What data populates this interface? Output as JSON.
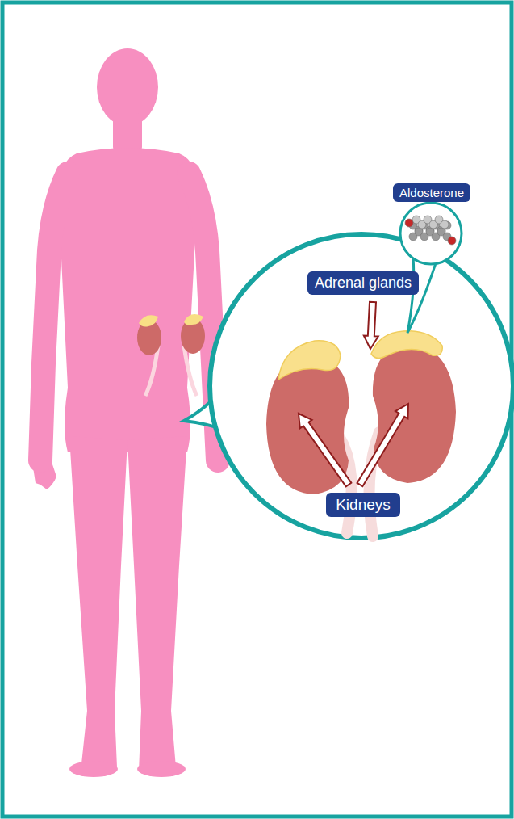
{
  "diagram": {
    "nodes": [
      {
        "text": [
          "Aldosterone"
        ]
      },
      {
        "text": [
          "Adrenal glands"
        ]
      },
      {
        "text": [
          "Kidneys"
        ]
      }
    ]
  }
}
